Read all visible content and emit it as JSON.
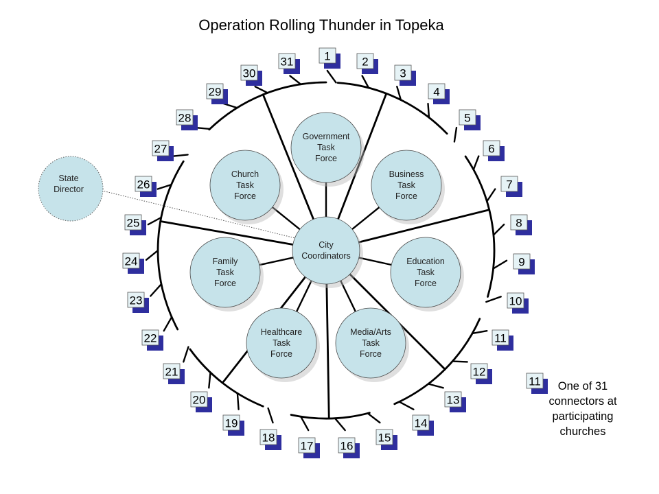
{
  "title": "Operation Rolling Thunder in Topeka",
  "colors": {
    "circle_fill": "#c6e3ea",
    "badge_shadow": "#2e2e9e",
    "badge_fill": "#e6f3f6",
    "line": "#000000"
  },
  "center": {
    "label_lines": [
      "City",
      "Coordinators"
    ]
  },
  "task_forces": [
    {
      "id": "government",
      "label_lines": [
        "Government",
        "Task",
        "Force"
      ]
    },
    {
      "id": "business",
      "label_lines": [
        "Business",
        "Task",
        "Force"
      ]
    },
    {
      "id": "education",
      "label_lines": [
        "Education",
        "Task",
        "Force"
      ]
    },
    {
      "id": "media-arts",
      "label_lines": [
        "Media/Arts",
        "Task",
        "Force"
      ]
    },
    {
      "id": "healthcare",
      "label_lines": [
        "Healthcare",
        "Task",
        "Force"
      ]
    },
    {
      "id": "family",
      "label_lines": [
        "Family",
        "Task",
        "Force"
      ]
    },
    {
      "id": "church",
      "label_lines": [
        "Church",
        "Task",
        "Force"
      ]
    }
  ],
  "state_director": {
    "label_lines": [
      "State",
      "Director"
    ]
  },
  "connectors": [
    "1",
    "2",
    "3",
    "4",
    "5",
    "6",
    "7",
    "8",
    "9",
    "10",
    "11",
    "12",
    "13",
    "14",
    "15",
    "16",
    "17",
    "18",
    "19",
    "20",
    "21",
    "22",
    "23",
    "24",
    "25",
    "26",
    "27",
    "28",
    "29",
    "30",
    "31"
  ],
  "legend": {
    "sample_number": "11",
    "text_lines": [
      "One of 31",
      "connectors at",
      "participating",
      "churches"
    ]
  }
}
